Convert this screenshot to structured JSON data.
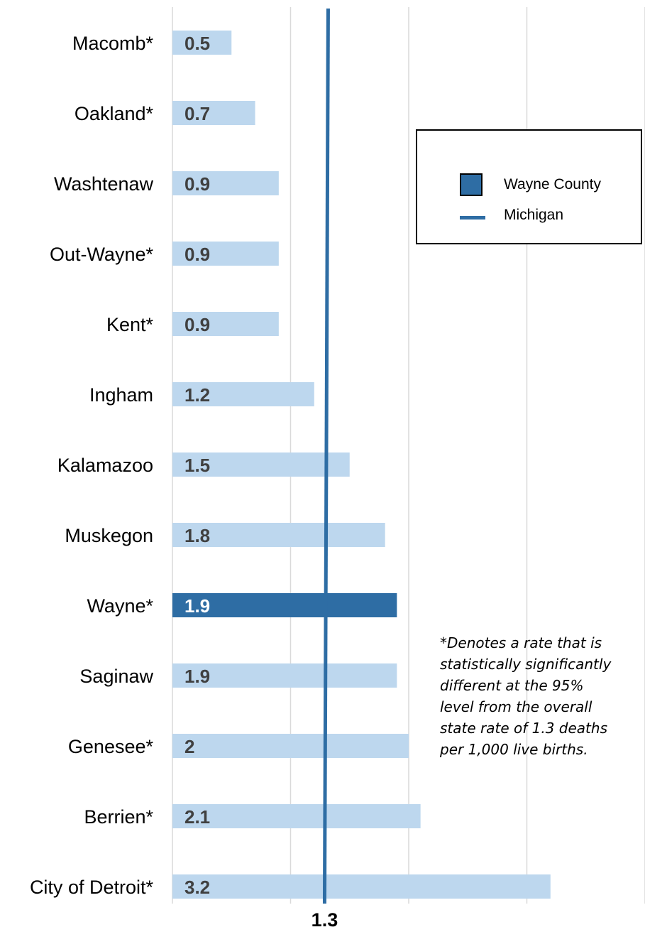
{
  "chart_data": {
    "type": "bar",
    "orientation": "horizontal",
    "categories": [
      "Macomb*",
      "Oakland*",
      "Washtenaw",
      "Out-Wayne*",
      "Kent*",
      "Ingham",
      "Kalamazoo",
      "Muskegon",
      "Wayne*",
      "Saginaw",
      "Genesee*",
      "Berrien*",
      "City of Detroit*"
    ],
    "values": [
      0.5,
      0.7,
      0.9,
      0.9,
      0.9,
      1.2,
      1.5,
      1.8,
      1.9,
      1.9,
      2,
      2.1,
      3.2
    ],
    "value_labels": [
      "0.5",
      "0.7",
      "0.9",
      "0.9",
      "0.9",
      "1.2",
      "1.5",
      "1.8",
      "1.9",
      "1.9",
      "2",
      "2.1",
      "3.2"
    ],
    "highlight_category": "Wayne*",
    "xlim": [
      0,
      4
    ],
    "gridlines": [
      1,
      2,
      3,
      4
    ],
    "grid": true,
    "reference_line": {
      "name": "Michigan",
      "value": 1.3,
      "label": "1.3"
    },
    "legend": {
      "position": "top-right",
      "entries": [
        {
          "label": "Wayne County",
          "kind": "bar"
        },
        {
          "label": "Michigan",
          "kind": "line"
        }
      ]
    },
    "annotation": "*Denotes a rate that is\nstatistically significantly\ndifferent at the 95%\nlevel from the overall\nstate rate of 1.3 deaths\nper 1,000 live births."
  },
  "colors": {
    "bar": "#bdd7ee",
    "highlight_bar": "#2e6da4",
    "reference_line": "#2e6da4",
    "value_text": "#404040",
    "highlight_value_text": "#ffffff",
    "gridline": "#d9d9d9"
  }
}
